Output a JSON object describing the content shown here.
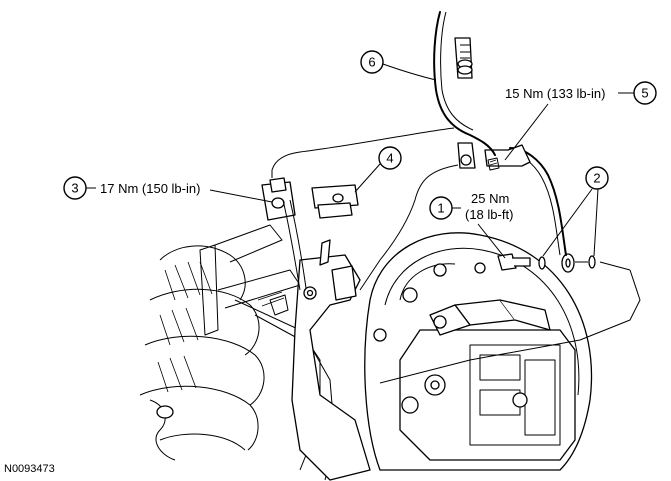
{
  "callouts": [
    {
      "number": "1",
      "spec": "25 Nm",
      "spec2": "(18 lb-ft)"
    },
    {
      "number": "2",
      "spec": ""
    },
    {
      "number": "3",
      "spec": "17 Nm (150 lb-in)"
    },
    {
      "number": "4",
      "spec": ""
    },
    {
      "number": "5",
      "spec": "15 Nm (133 lb-in)"
    },
    {
      "number": "6",
      "spec": ""
    }
  ],
  "figure_id": "N0093473"
}
